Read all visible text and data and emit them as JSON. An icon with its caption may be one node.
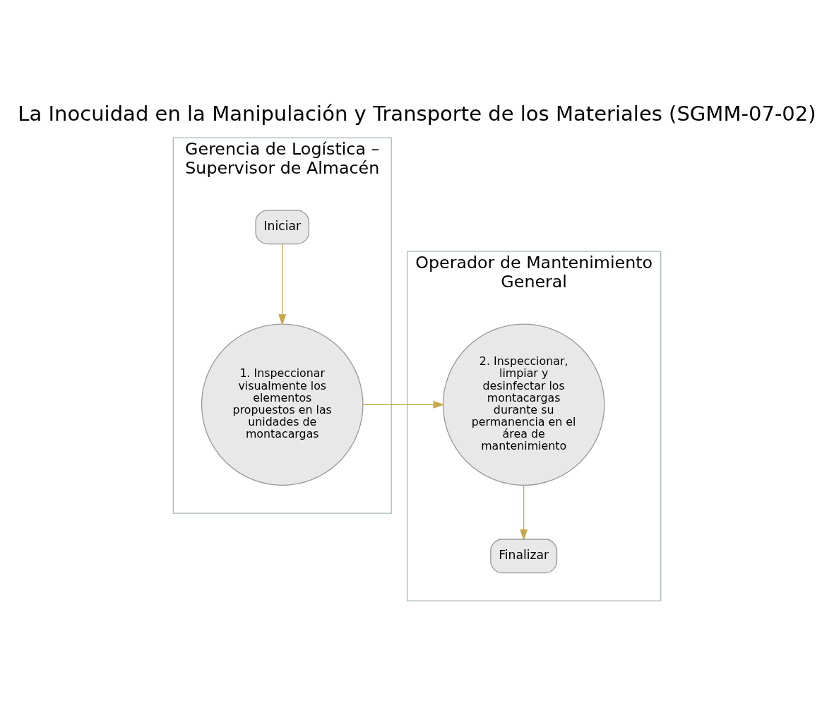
{
  "diagram": {
    "title": "La Inocuidad en la Manipulación y Transporte de los Materiales (SGMM-07-02)",
    "nodes": [
      {
        "text": [
          "Gerencia de Logística – Supervisor de Almacén"
        ]
      },
      {
        "text": [
          "Operador de Mantenimiento General"
        ]
      },
      {
        "text": [
          "Iniciar"
        ],
        "in": 0
      },
      {
        "text": [
          "1. Inspeccionar visualmente los elementos propuestos en las unidades de montacargas"
        ],
        "in": 0
      },
      {
        "text": [
          "2. Inspeccionar, limpiar y desinfectar los montacargas durante su permanencia en el área de mantenimiento"
        ],
        "in": 1
      },
      {
        "text": [
          "Finalizar"
        ],
        "in": 1
      }
    ],
    "edges": [
      {
        "from": 2,
        "to": 3,
        "arrow": "to"
      },
      {
        "from": 3,
        "to": 4,
        "arrow": "to"
      },
      {
        "from": 4,
        "to": 5,
        "arrow": "to"
      }
    ]
  }
}
